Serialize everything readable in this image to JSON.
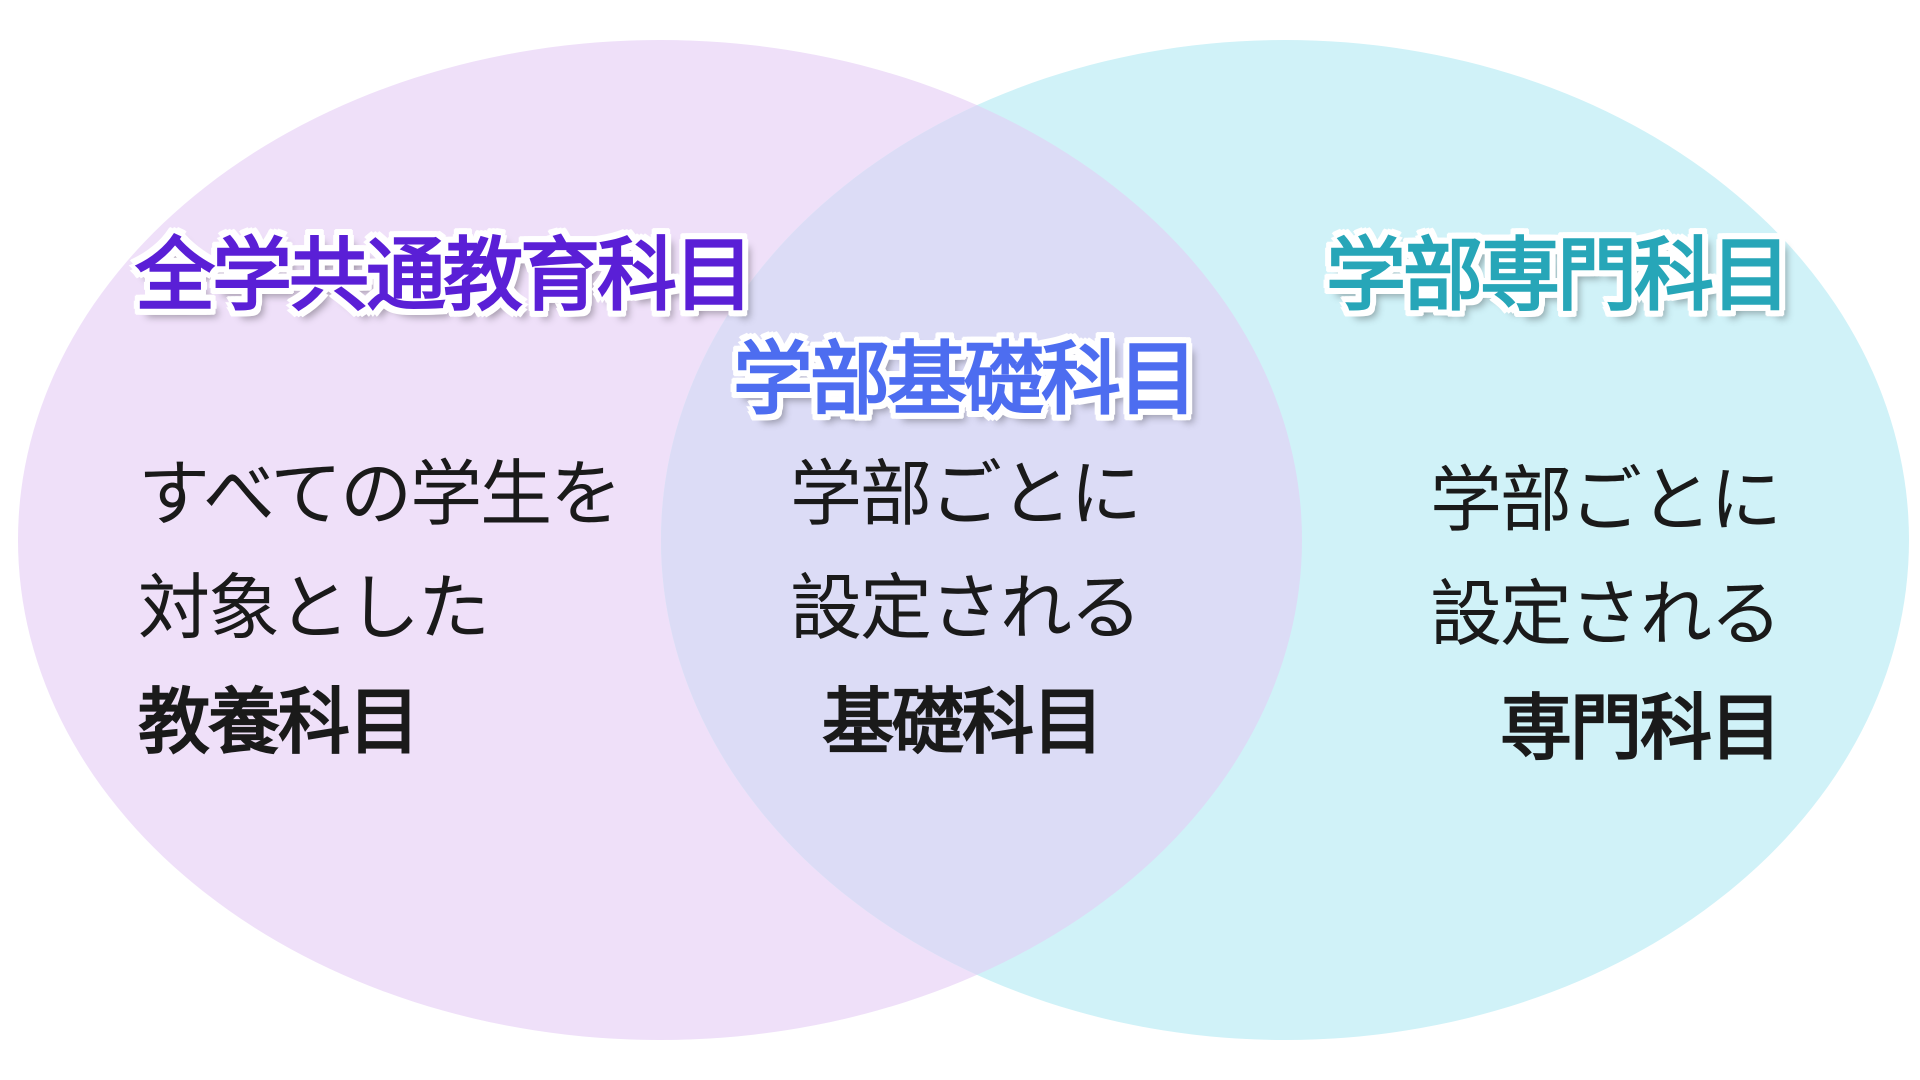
{
  "colors": {
    "left_fill": "#efe0f9",
    "right_fill": "#d0f2f8",
    "overlap_fill": "#dcdcf6",
    "left_heading": "#5a1fd6",
    "middle_heading": "#4d6df0",
    "right_heading": "#27a6b8",
    "body_text": "#1a1a1a"
  },
  "left": {
    "heading": "全学共通教育科目",
    "line1": "すべての学生を",
    "line2": "対象とした",
    "line3": "教養科目"
  },
  "middle": {
    "heading": "学部基礎科目",
    "line1": "学部ごとに",
    "line2": "設定される",
    "line3": "基礎科目"
  },
  "right": {
    "heading": "学部専門科目",
    "line1": "学部ごとに",
    "line2": "設定される",
    "line3": "専門科目"
  }
}
